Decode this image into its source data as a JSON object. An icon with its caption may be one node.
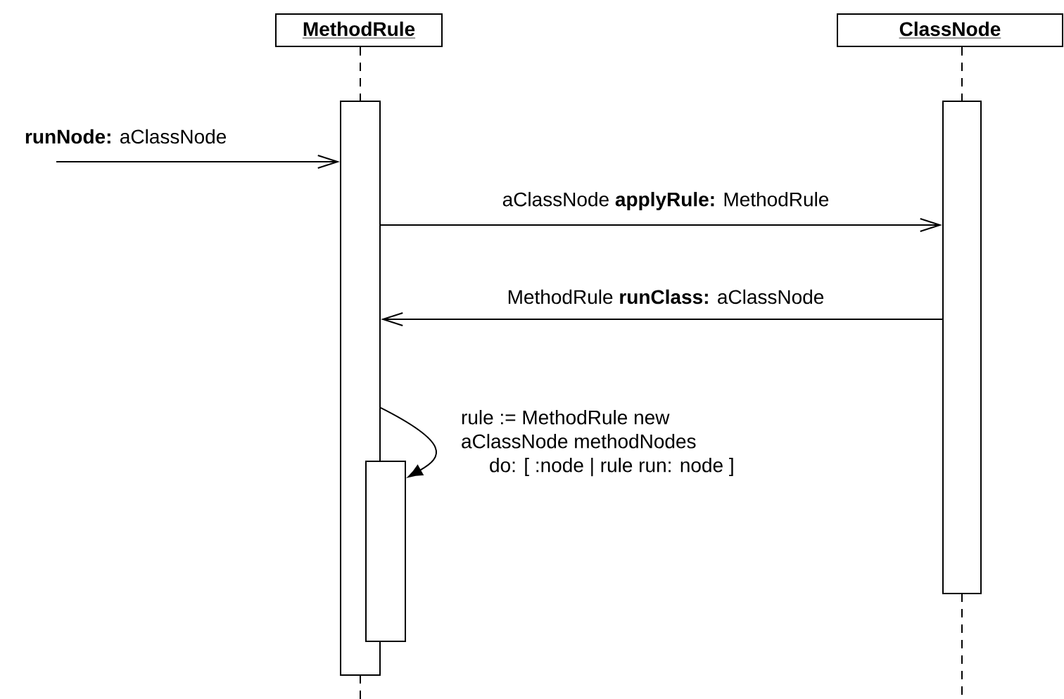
{
  "diagram": {
    "nodes": [
      {
        "text": [
          "MethodRule"
        ]
      },
      {
        "text": [
          "ClassNode"
        ]
      },
      {
        "text": [],
        "shape": "bar"
      },
      {
        "text": [],
        "shape": "bar"
      },
      {
        "text": [],
        "shape": "bar"
      }
    ],
    "edges": [
      {
        "from": 0,
        "to": 2,
        "arrow": "none",
        "style": "dashed"
      },
      {
        "from": 1,
        "to": 3,
        "arrow": "none",
        "style": "dashed"
      },
      {
        "from": null,
        "to": 2,
        "arrow": "to",
        "label": "**runNode:** aClassNode"
      },
      {
        "from": 2,
        "to": 3,
        "arrow": "to",
        "label": "aClassNode **applyRule:** MethodRule"
      },
      {
        "from": 3,
        "to": 2,
        "arrow": "to",
        "label": "MethodRule **runClass:** aClassNode"
      },
      {
        "from": 2,
        "to": 4,
        "arrow": "to",
        "label": "rule := MethodRule new aClassNode methodNodes do: [ :node | rule run: node ]"
      }
    ]
  }
}
